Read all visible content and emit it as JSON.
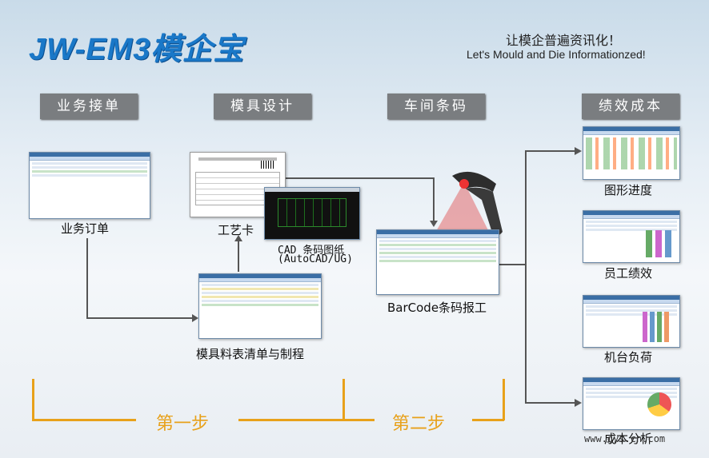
{
  "header": {
    "title": "JW-EM3模企宝",
    "slogan_cn": "让模企普遍资讯化！",
    "slogan_en": "Let's Mould and Die Informationzed!"
  },
  "stages": [
    "业务接单",
    "模具设计",
    "车间条码",
    "绩效成本"
  ],
  "labels": {
    "order": "业务订单",
    "process_card": "工艺卡",
    "cad_line1": "CAD 条码图纸",
    "cad_line2": "(AutoCAD/UG)",
    "bom": "模具料表清单与制程",
    "barcode": "BarCode条码报工",
    "progress": "图形进度",
    "staff": "员工绩效",
    "machine": "机台负荷",
    "cost": "成本分析"
  },
  "steps": [
    "第一步",
    "第二步"
  ],
  "watermark": "www.gys.cn.com",
  "colors": {
    "title": "#1a78c8",
    "stage_bg": "#7a7d80",
    "step": "#e8a11a"
  }
}
